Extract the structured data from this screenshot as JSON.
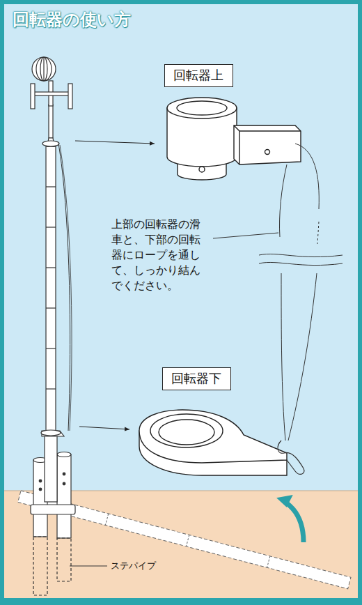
{
  "diagram": {
    "title": "回転器の使い方",
    "nodes": [
      {
        "text": [
          "回転器上"
        ]
      },
      {
        "text": [
          "回転器下"
        ]
      }
    ],
    "labels": [
      "上部の回転器の滑 車と、下部の回転 器にロープを通し て、しっかり結ん でください。",
      "ステパイプ"
    ]
  }
}
